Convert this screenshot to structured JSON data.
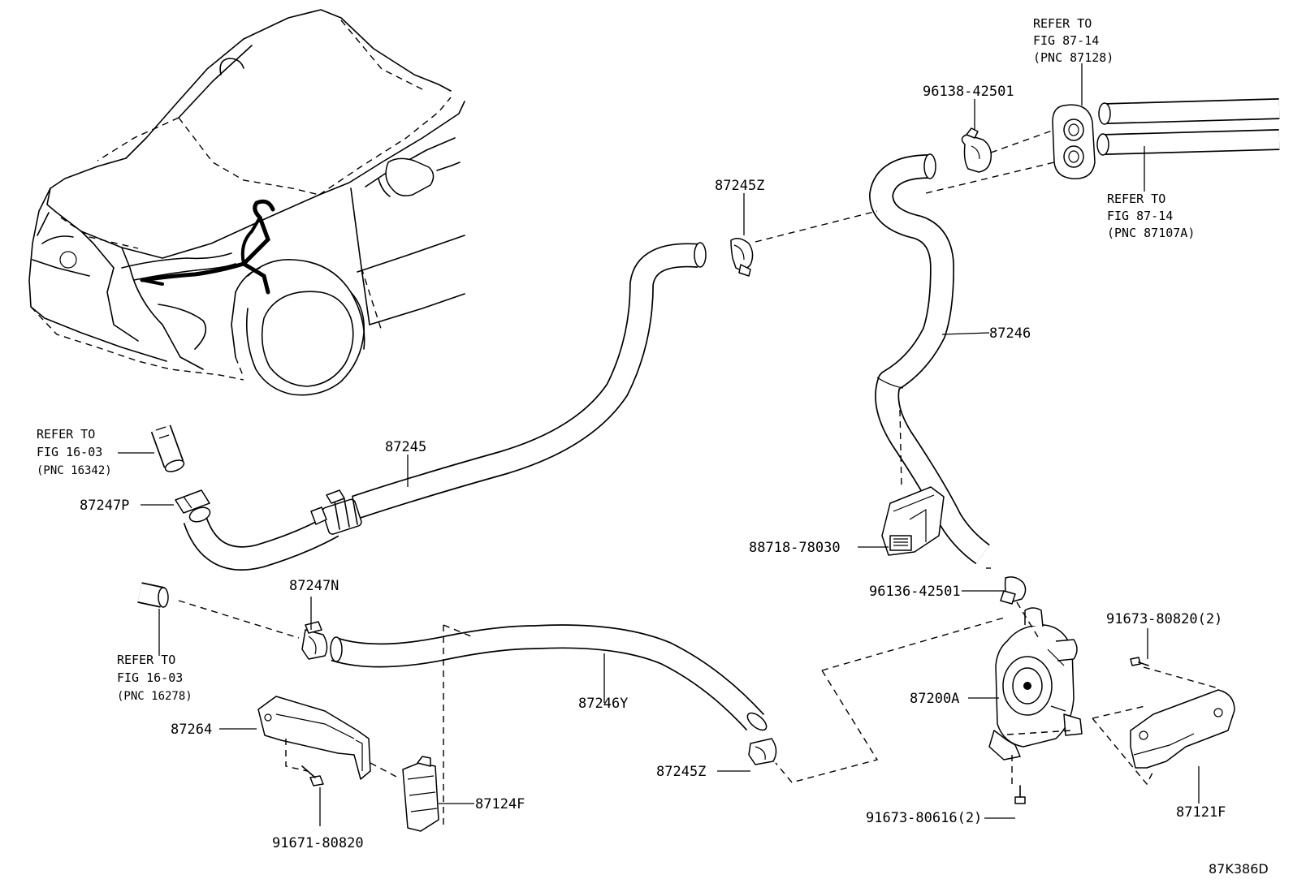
{
  "figure_code": "87K386D",
  "parts": {
    "hose_upper_right": "87246",
    "hose_main": "87245",
    "hose_lower": "87246Y",
    "clamp_upper": "87245Z",
    "clamp_lower": "87245Z",
    "clip_upper": "96138-42501",
    "clip_lower": "96136-42501",
    "clamp_p": "87247P",
    "clamp_n": "87247N",
    "sensor_bracket": "88718-78030",
    "water_pump": "87200A",
    "bolt_top": "91673-80820(2)",
    "bolt_bottom": "91673-80616(2)",
    "bracket_right": "87121F",
    "bracket_left": "87264",
    "bolt_left": "91671-80820",
    "connector": "87124F"
  },
  "refs": {
    "top": {
      "l1": "REFER TO",
      "l2": "FIG 87-14",
      "l3": "(PNC 87128)"
    },
    "right": {
      "l1": "REFER TO",
      "l2": "FIG 87-14",
      "l3": "(PNC 87107A)"
    },
    "left_upper": {
      "l1": "REFER TO",
      "l2": "FIG 16-03",
      "l3": "(PNC 16342)"
    },
    "left_lower": {
      "l1": "REFER TO",
      "l2": "FIG 16-03",
      "l3": "(PNC 16278)"
    }
  }
}
